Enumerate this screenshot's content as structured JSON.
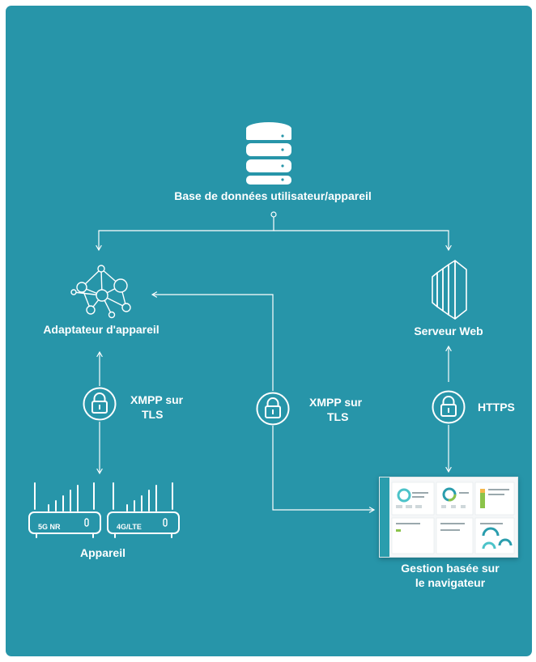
{
  "diagram": {
    "colors": {
      "background": "#2795a9",
      "lines": "#ffffff",
      "screen_accent": "#2a9dad"
    },
    "nodes": {
      "database": {
        "label": "Base de données utilisateur/appareil",
        "icon": "database-icon"
      },
      "device_adapter": {
        "label": "Adaptateur d'appareil",
        "icon": "network-graph-icon"
      },
      "web_server": {
        "label": "Serveur Web",
        "icon": "server-icon"
      },
      "device": {
        "label": "Appareil",
        "icon": "router-icon"
      },
      "browser_management": {
        "label_line1": "Gestion basée sur",
        "label_line2": "le navigateur",
        "icon": "dashboard-screenshot"
      }
    },
    "routers": [
      {
        "badge": "5G NR"
      },
      {
        "badge": "4G/LTE"
      }
    ],
    "links": [
      {
        "from": "device_adapter",
        "to": "device",
        "protocol_line1": "XMPP sur",
        "protocol_line2": "TLS",
        "icon": "lock-icon"
      },
      {
        "from": "browser_management",
        "to": "device_adapter",
        "protocol_line1": "XMPP sur",
        "protocol_line2": "TLS",
        "icon": "lock-icon"
      },
      {
        "from": "browser_management",
        "to": "web_server",
        "protocol_line1": "HTTPS",
        "icon": "lock-icon"
      }
    ]
  }
}
